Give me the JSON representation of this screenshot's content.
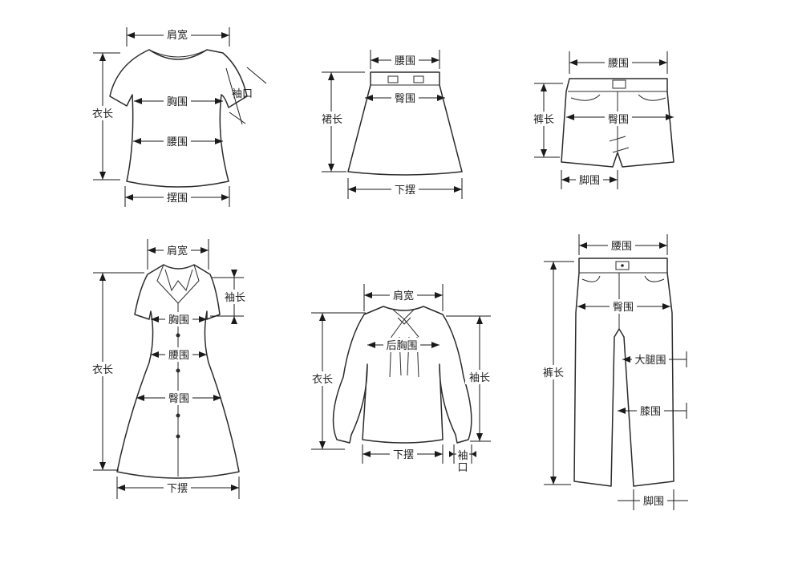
{
  "diagrams": {
    "tshirt": {
      "shoulder": "肩宽",
      "sleeve_opening": "袖口",
      "length": "衣长",
      "chest": "胸围",
      "waist": "腰围",
      "hem": "摆围"
    },
    "skirt": {
      "waist": "腰围",
      "hip": "臀围",
      "length": "裙长",
      "hem": "下摆"
    },
    "shorts": {
      "waist": "腰围",
      "length": "裤长",
      "hip": "臀围",
      "leg_opening": "脚围"
    },
    "dress": {
      "shoulder": "肩宽",
      "sleeve_length": "袖长",
      "chest": "胸围",
      "length": "衣长",
      "waist": "腰围",
      "hip": "臀围",
      "hem": "下摆"
    },
    "blouse": {
      "shoulder": "肩宽",
      "back_chest": "后胸围",
      "length": "衣长",
      "sleeve_length": "袖长",
      "hem": "下摆",
      "cuff_char1": "袖",
      "cuff_char2": "口"
    },
    "pants": {
      "waist": "腰围",
      "hip": "臀围",
      "length": "裤长",
      "thigh": "大腿围",
      "knee": "膝围",
      "leg_opening": "脚围"
    }
  }
}
